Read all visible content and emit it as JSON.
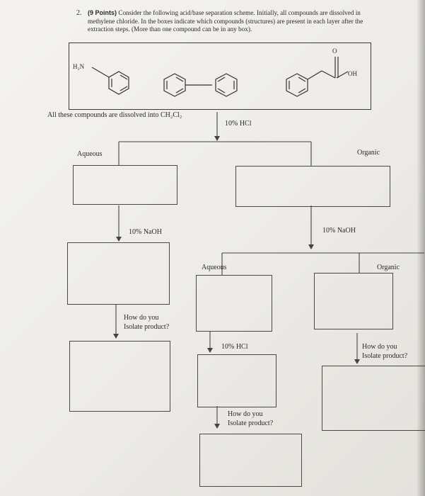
{
  "question": {
    "number": "2.",
    "points": "(9 Points)",
    "text": "Consider the following acid/base separation scheme. Initially, all compounds are dissolved in methylene chloride. In the boxes indicate which compounds (structures) are present in each layer after the extraction steps. (More than one compound can be in any box)."
  },
  "structures": {
    "amine_label": "H₂N",
    "acid_label": "OH",
    "carbonyl_label": "O"
  },
  "scheme": {
    "dissolved_text": "All these compounds are dissolved into CH₂Cl₂",
    "step1_reagent": "10% HCl",
    "aqueous_1": "Aqueous",
    "organic_1": "Organic",
    "naoh_left": "10% NaOH",
    "naoh_right": "10% NaOH",
    "isolate_left": "How do you\nIsolate product?",
    "aqueous_2": "Aqueous",
    "organic_2": "Organic",
    "hcl_2": "10% HCl",
    "isolate_right": "How do you\nIsolate product?",
    "isolate_middle": "How do you\nIsolate product?"
  }
}
